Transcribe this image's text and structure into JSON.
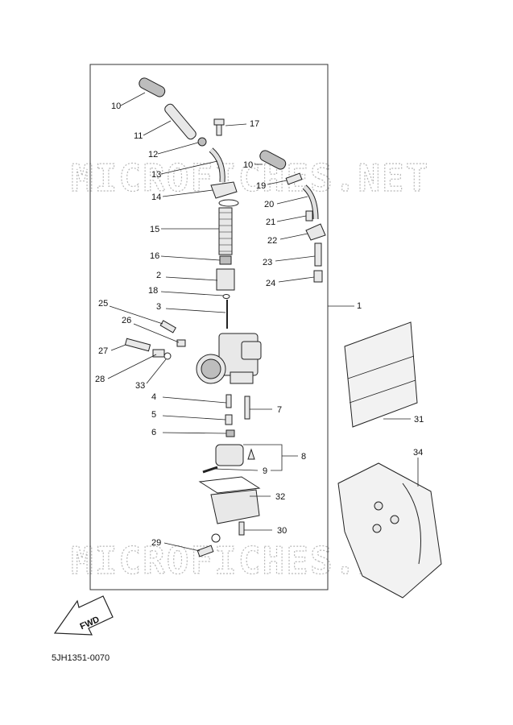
{
  "watermark": "MICROFICHES.NET",
  "catalog_code": "5JH1351-0070",
  "fwd_label": "FWD",
  "callouts": [
    "10",
    "11",
    "12",
    "13",
    "14",
    "15",
    "16",
    "17",
    "2",
    "18",
    "3",
    "25",
    "26",
    "27",
    "28",
    "33",
    "4",
    "5",
    "6",
    "7",
    "8",
    "9",
    "10",
    "19",
    "20",
    "21",
    "22",
    "23",
    "24",
    "1",
    "31",
    "34",
    "32",
    "30",
    "29"
  ]
}
